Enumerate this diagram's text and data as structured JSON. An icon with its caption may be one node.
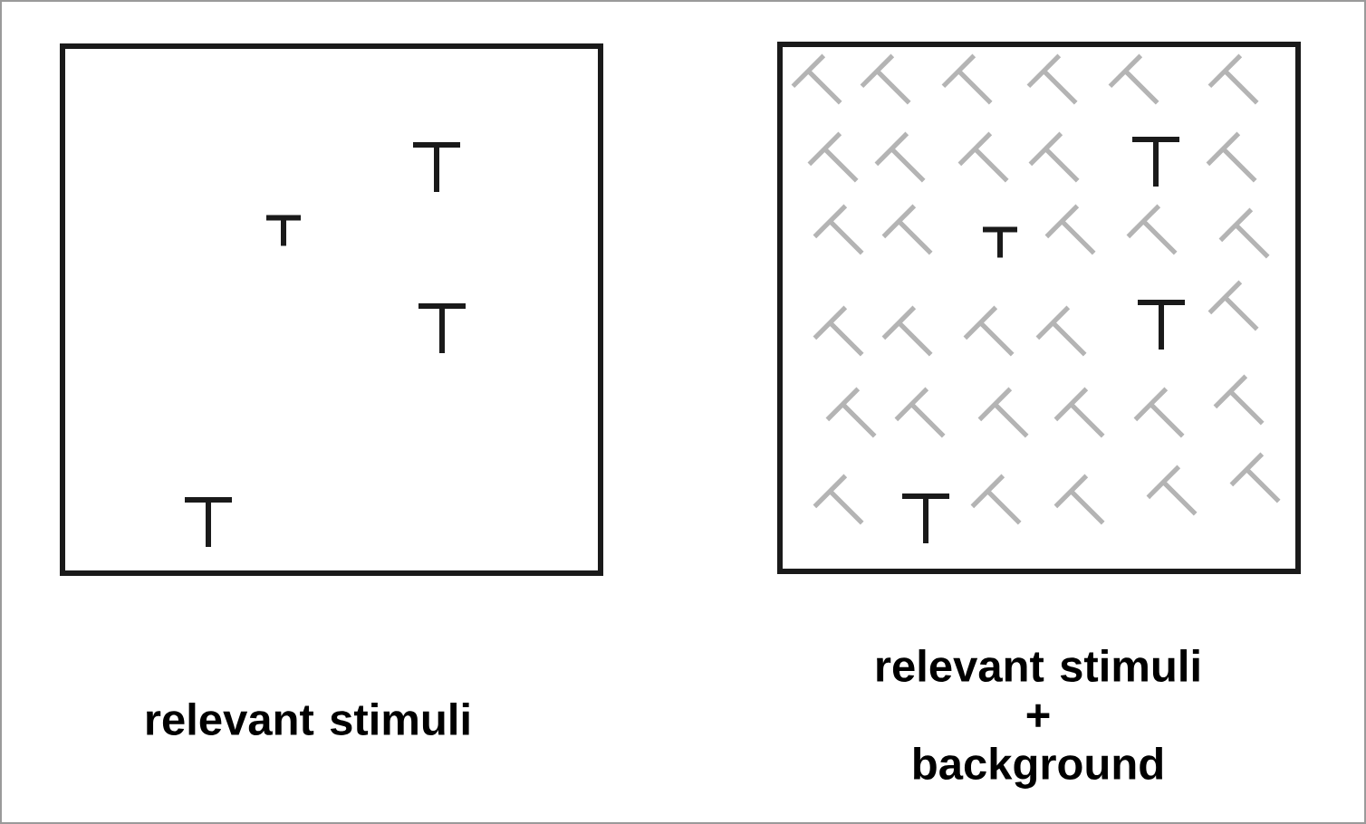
{
  "diagram": {
    "nodes": [
      {
        "text": [],
        "shape": "box",
        "beside": [
          "relevant stimuli"
        ]
      },
      {
        "text": [],
        "shape": "box",
        "beside": [
          "relevant stimuli + background"
        ]
      }
    ]
  }
}
